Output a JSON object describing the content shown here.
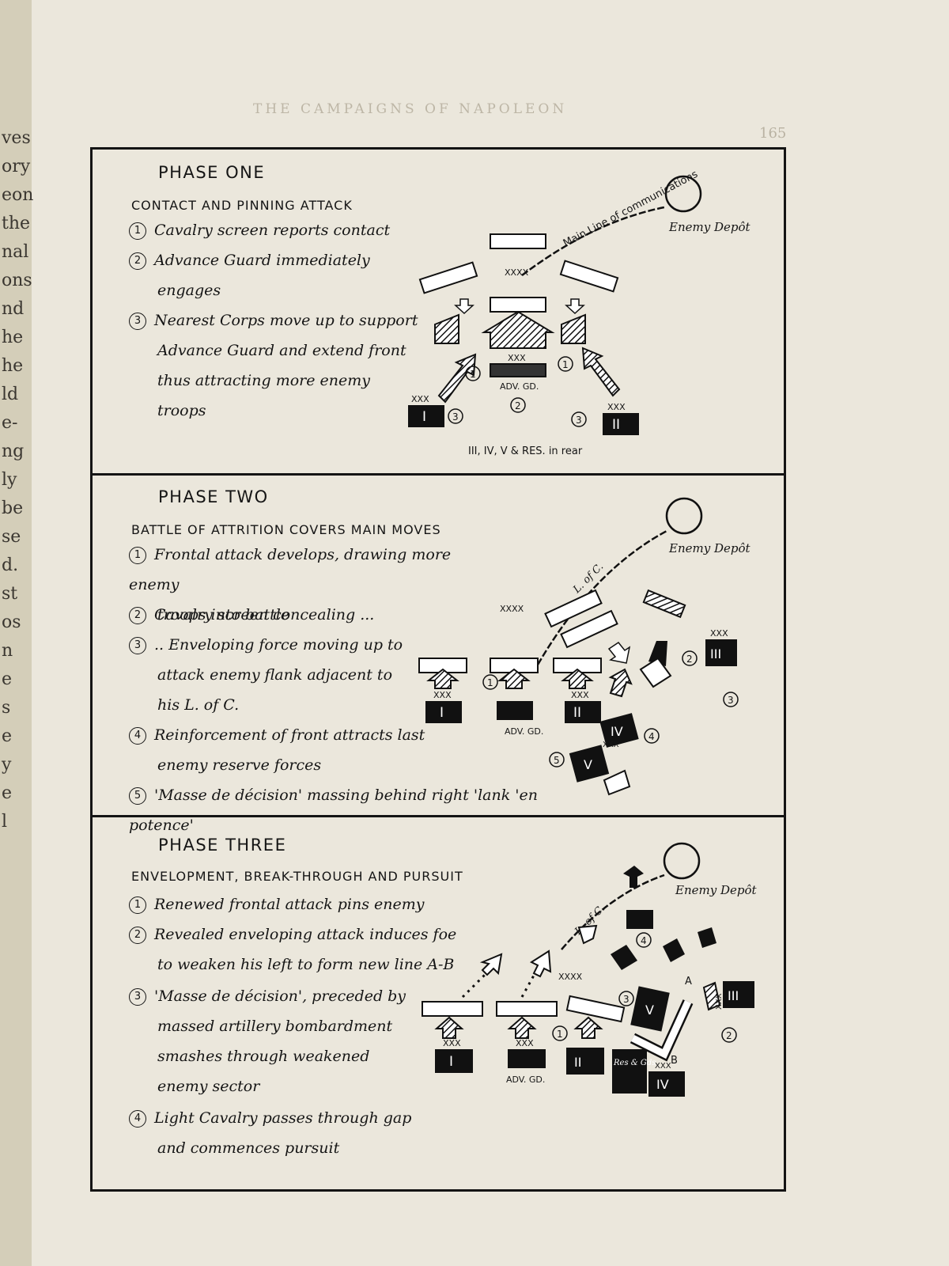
{
  "margin_fragments": [
    "ves",
    "ory",
    "eon",
    "the",
    "nal",
    "ons",
    "nd",
    "he",
    "he",
    "ld",
    "e-",
    "ng",
    "ly",
    "be",
    "se",
    "d.",
    "st",
    "os",
    "n",
    "e",
    "s",
    "e",
    "y",
    "e",
    "l"
  ],
  "running_head": "THE CAMPAIGNS OF NAPOLEON",
  "page_number": "165",
  "phases": [
    {
      "title": "PHASE ONE",
      "subtitle": "CONTACT AND PINNING ATTACK",
      "steps": [
        {
          "num": "1",
          "lines": [
            "Cavalry screen reports contact"
          ]
        },
        {
          "num": "2",
          "lines": [
            "Advance Guard immediately",
            "engages"
          ]
        },
        {
          "num": "3",
          "lines": [
            "Nearest Corps move up to support",
            "Advance Guard and extend front",
            "thus attracting more enemy",
            "troops"
          ]
        }
      ],
      "diagram": {
        "depot": "Enemy Depôt",
        "comm_line": "Main Line of communications",
        "enemy_marker": "XXXX",
        "corps_marker": "XXX",
        "units": [
          "I",
          "II"
        ],
        "adv_guard": "ADV. GD.",
        "markers": [
          "1",
          "1",
          "2",
          "3",
          "3"
        ],
        "rear_note": "III, IV, V & RES. in rear"
      }
    },
    {
      "title": "PHASE TWO",
      "subtitle": "BATTLE OF ATTRITION COVERS MAIN MOVES",
      "steps": [
        {
          "num": "1",
          "lines": [
            "Frontal attack develops, drawing more enemy",
            "troops into battle"
          ]
        },
        {
          "num": "2",
          "lines": [
            "Cavalry screen concealing ..."
          ]
        },
        {
          "num": "3",
          "lines": [
            ".. Enveloping force moving up to",
            "attack enemy flank adjacent to",
            "his L. of C."
          ]
        },
        {
          "num": "4",
          "lines": [
            "Reinforcement of front attracts last",
            "enemy reserve forces"
          ]
        },
        {
          "num": "5",
          "lines": [
            "'Masse de décision' massing behind right 'lank 'en potence'"
          ]
        }
      ],
      "diagram": {
        "depot": "Enemy Depôt",
        "comm_line": "L. of C.",
        "enemy_marker": "XXXX",
        "corps_marker": "XXX",
        "units": [
          "I",
          "II",
          "III",
          "IV",
          "V"
        ],
        "adv_guard": "ADV. GD.",
        "markers": [
          "1",
          "2",
          "3",
          "4",
          "5"
        ]
      }
    },
    {
      "title": "PHASE THREE",
      "subtitle": "ENVELOPMENT, BREAK-THROUGH AND PURSUIT",
      "steps": [
        {
          "num": "1",
          "lines": [
            "Renewed frontal attack pins enemy"
          ]
        },
        {
          "num": "2",
          "lines": [
            "Revealed enveloping attack induces foe",
            "to weaken his left to form new line A-B"
          ]
        },
        {
          "num": "3",
          "lines": [
            "'Masse de décision', preceded by",
            "massed artillery bombardment",
            "smashes through weakened",
            "enemy sector"
          ]
        },
        {
          "num": "4",
          "lines": [
            "Light Cavalry passes through gap",
            "and commences pursuit"
          ]
        }
      ],
      "diagram": {
        "depot": "Enemy Depôt",
        "comm_line": "L. of C.",
        "enemy_marker": "XXXX",
        "corps_marker": "XXX",
        "units": [
          "I",
          "II",
          "III",
          "IV",
          "V"
        ],
        "adv_guard": "ADV. GD.",
        "reserve": "Res & Gds",
        "points": [
          "A",
          "B"
        ],
        "markers": [
          "1",
          "2",
          "3",
          "4"
        ]
      }
    }
  ]
}
